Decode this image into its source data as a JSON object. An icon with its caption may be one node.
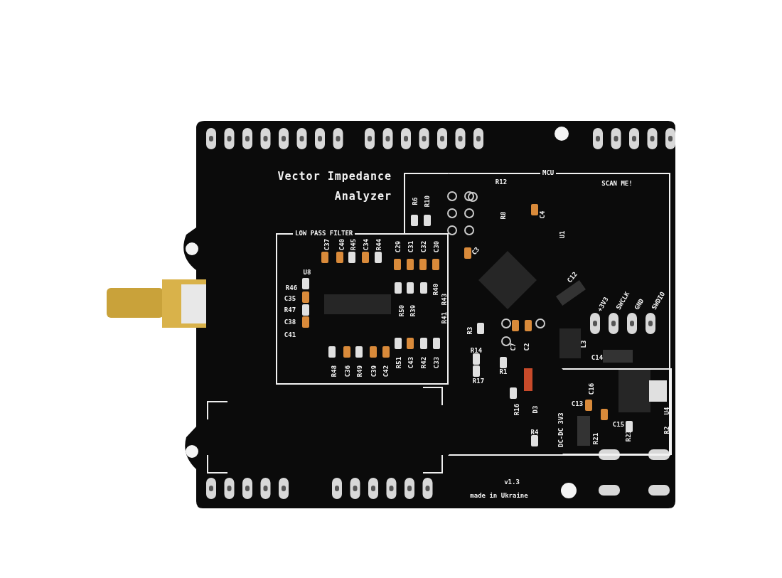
{
  "diagram": {
    "nodes": [
      {
        "text": [
          "LOW PASS FILTER"
        ]
      },
      {
        "text": [
          "MCU"
        ]
      },
      {
        "text": [
          "DC-DC 3V3"
        ],
        "in": 1
      }
    ],
    "edges": [],
    "labels": [
      "Vector Impedance Analyzer",
      "C37",
      "C40",
      "R45",
      "C34",
      "R44",
      "C29",
      "C31",
      "C32",
      "C30",
      "U8",
      "R46",
      "C35",
      "R47",
      "C38",
      "C41",
      "R40",
      "R50",
      "R39",
      "R43",
      "R41",
      "R48",
      "C36",
      "R49",
      "C39",
      "C42",
      "R51",
      "C43",
      "R42",
      "C33",
      "R6",
      "R10",
      "R12",
      "R8",
      "C4",
      "U1",
      "C3",
      "C12",
      "SCAN ME!",
      "+3V3",
      "SWCLK",
      "GND",
      "SWDIO",
      "R3",
      "R14",
      "C7",
      "C2",
      "L3",
      "C14",
      "R1",
      "R17",
      "R16",
      "D3",
      "R4",
      "C16",
      "C13",
      "C15",
      "R21",
      "R23",
      "U4",
      "R2",
      "v1.3",
      "made in Ukraine"
    ]
  }
}
